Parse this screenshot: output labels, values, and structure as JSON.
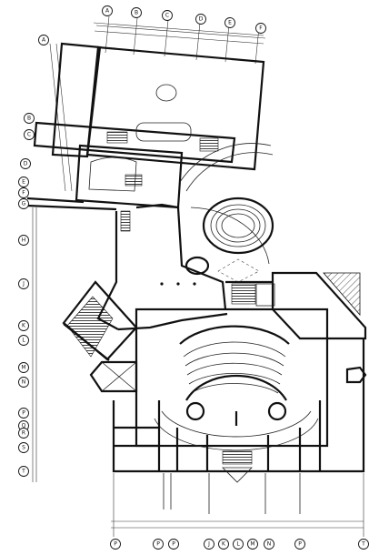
{
  "drawing": {
    "type": "architectural-floor-plan",
    "line_color": "#111111",
    "paper_color": "#ffffff"
  },
  "grid_bubbles": {
    "top": [
      "A",
      "B",
      "C",
      "D",
      "E",
      "F"
    ],
    "bottom": [
      "P",
      "P",
      "P",
      "J",
      "K",
      "L",
      "M",
      "N",
      "P",
      "T"
    ],
    "left": [
      "A",
      "B",
      "C",
      "D",
      "E",
      "F",
      "G",
      "H",
      "J",
      "K",
      "L",
      "M",
      "N",
      "P",
      "Q",
      "R",
      "S",
      "T"
    ]
  }
}
